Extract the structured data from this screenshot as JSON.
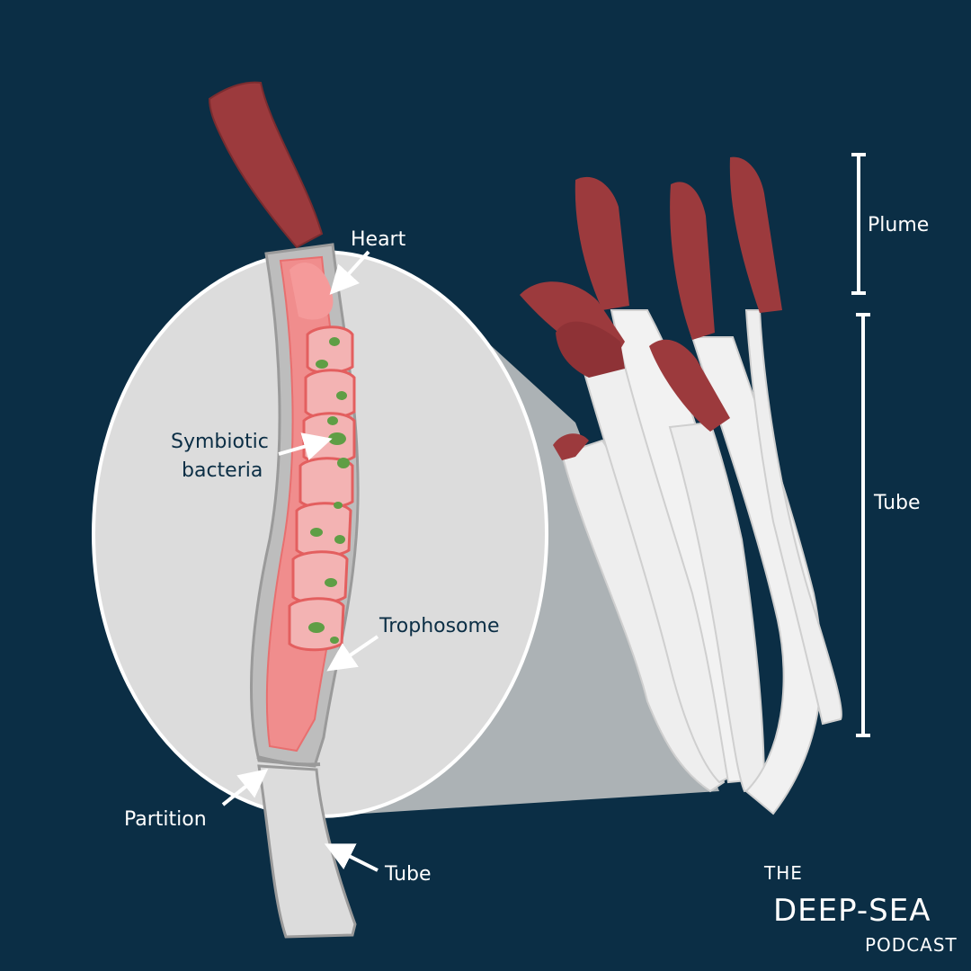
{
  "labels": {
    "heart": "Heart",
    "symbiotic_line1": "Symbiotic",
    "symbiotic_line2": "bacteria",
    "trophosome": "Trophosome",
    "partition": "Partition",
    "tube_small": "Tube",
    "plume": "Plume",
    "tube_scale": "Tube"
  },
  "logo": {
    "line1": "THE",
    "line2": "DEEP-SEA",
    "line3": "PODCAST"
  },
  "colors": {
    "background": "#0b2e45",
    "lens": "#dcdcdc",
    "plume": "#9c3a3d",
    "tube": "#eeeeee",
    "tissue": "#f08d8d",
    "bacteria": "#5f9e45"
  }
}
